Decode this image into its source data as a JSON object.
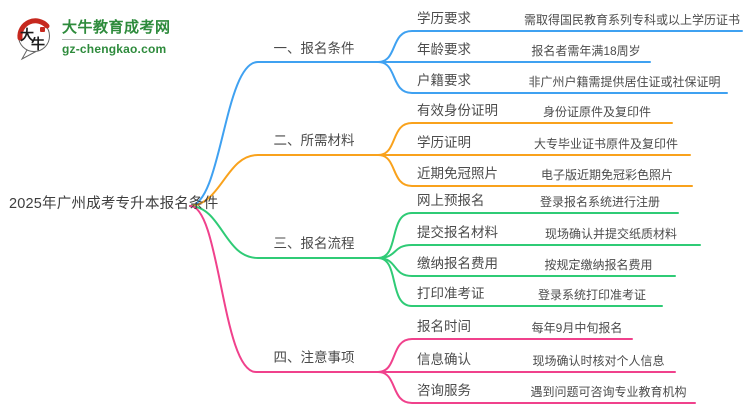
{
  "logo": {
    "icon_text": "大牛",
    "site_name": "大牛教育成考网",
    "site_url": "gz-chengkao.com",
    "brand_green": "#2E8B3C",
    "icon_red": "#C6281E"
  },
  "root": {
    "label": "2025年广州成考专升本报名条件"
  },
  "text_color": "#4A4A4A",
  "branches": [
    {
      "label": "一、报名条件",
      "color": "#3FA1F1",
      "children": [
        {
          "label": "学历要求",
          "desc": "需取得国民教育系列专科或以上学历证书"
        },
        {
          "label": "年龄要求",
          "desc": "报名者需年满18周岁"
        },
        {
          "label": "户籍要求",
          "desc": "非广州户籍需提供居住证或社保证明"
        }
      ]
    },
    {
      "label": "二、所需材料",
      "color": "#F9A21C",
      "children": [
        {
          "label": "有效身份证明",
          "desc": "身份证原件及复印件"
        },
        {
          "label": "学历证明",
          "desc": "大专毕业证书原件及复印件"
        },
        {
          "label": "近期免冠照片",
          "desc": "电子版近期免冠彩色照片"
        }
      ]
    },
    {
      "label": "三、报名流程",
      "color": "#2FCB76",
      "children": [
        {
          "label": "网上预报名",
          "desc": "登录报名系统进行注册"
        },
        {
          "label": "提交报名材料",
          "desc": "现场确认并提交纸质材料"
        },
        {
          "label": "缴纳报名费用",
          "desc": "按规定缴纳报名费用"
        },
        {
          "label": "打印准考证",
          "desc": "登录系统打印准考证"
        }
      ]
    },
    {
      "label": "四、注意事项",
      "color": "#F0418C",
      "children": [
        {
          "label": "报名时间",
          "desc": "每年9月中旬报名"
        },
        {
          "label": "信息确认",
          "desc": "现场确认时核对个人信息"
        },
        {
          "label": "咨询服务",
          "desc": "遇到问题可咨询专业教育机构"
        }
      ]
    }
  ]
}
